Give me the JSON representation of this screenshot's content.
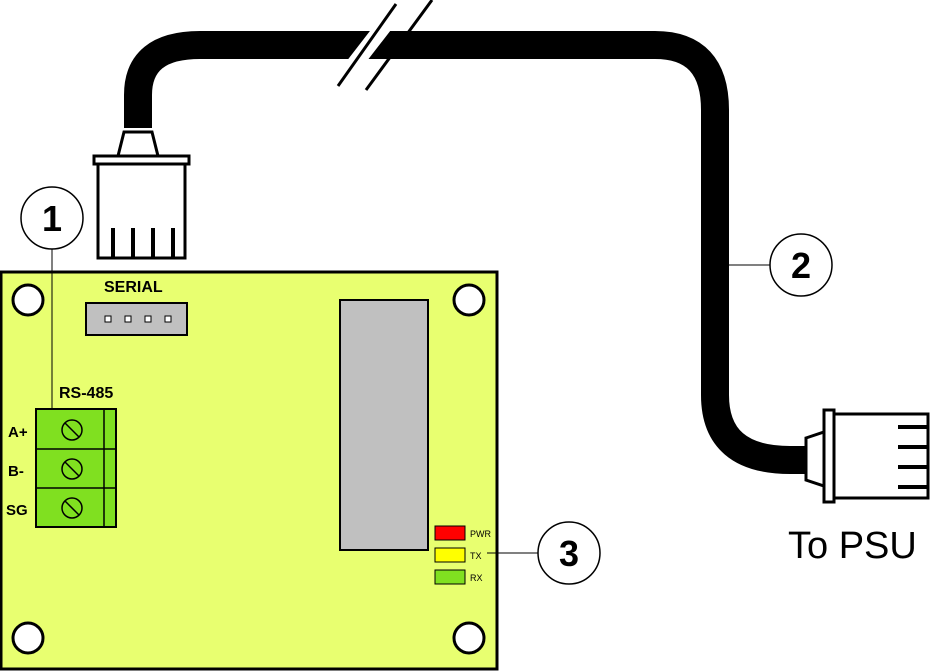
{
  "board": {
    "serial_label": "SERIAL",
    "rs485_label": "RS-485",
    "terminals": [
      "A+",
      "B-",
      "SG"
    ],
    "leds": [
      {
        "label": "PWR",
        "color": "#ff0000"
      },
      {
        "label": "TX",
        "color": "#ffff00"
      },
      {
        "label": "RX",
        "color": "#80e020"
      }
    ],
    "board_color": "#e8ff70",
    "terminal_block_color": "#80e020",
    "chip_color": "#c0c0c0"
  },
  "callouts": [
    "1",
    "2",
    "3"
  ],
  "cable": {
    "destination_label": "To PSU"
  }
}
